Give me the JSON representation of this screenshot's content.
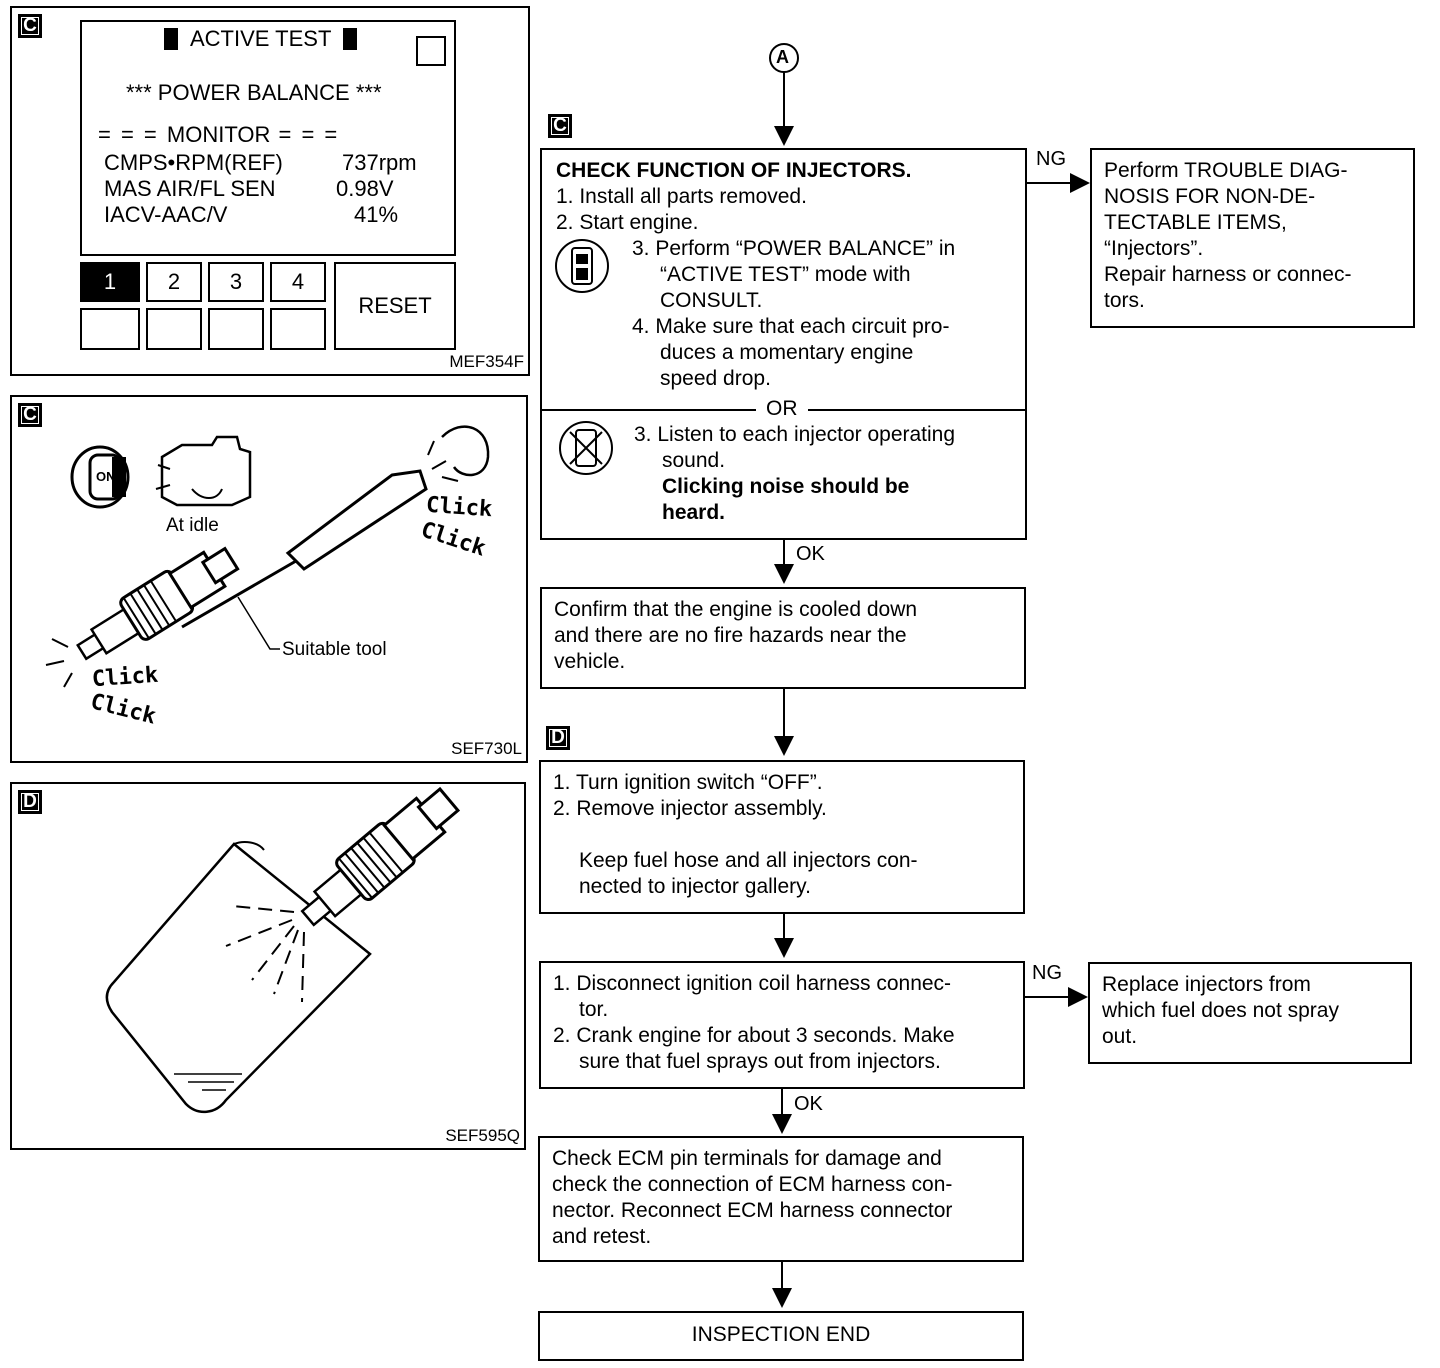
{
  "fig1": {
    "tag": "C",
    "screen_title": "ACTIVE TEST",
    "subtitle": "*** POWER BALANCE ***",
    "monitor": "MONITOR",
    "rows": [
      {
        "label": "CMPS•RPM(REF)",
        "value": "737rpm"
      },
      {
        "label": "MAS AIR/FL SEN",
        "value": "0.98V"
      },
      {
        "label": "IACV-AAC/V",
        "value": "41%"
      }
    ],
    "buttons": [
      "1",
      "2",
      "3",
      "4"
    ],
    "reset": "RESET",
    "code": "MEF354F"
  },
  "fig2": {
    "tag": "C",
    "key_label": "ON",
    "idle_label": "At idle",
    "tool_label": "Suitable tool",
    "click1": "Click",
    "click2": "Click",
    "click3": "Click",
    "click4": "Click",
    "code": "SEF730L"
  },
  "fig3": {
    "tag": "D",
    "code": "SEF595Q"
  },
  "flow": {
    "connector": "A",
    "tag_c": "C",
    "tag_d": "D",
    "check_title": "CHECK FUNCTION OF INJECTORS.",
    "check_step1": "1. Install all parts removed.",
    "check_step2": "2. Start engine.",
    "check_step3a_l1": "3. Perform “POWER BALANCE” in",
    "check_step3a_l2": "“ACTIVE TEST” mode with",
    "check_step3a_l3": "CONSULT.",
    "check_step4_l1": "4. Make sure that each circuit pro-",
    "check_step4_l2": "duces a momentary engine",
    "check_step4_l3": "speed drop.",
    "or": "OR",
    "check_step3b_l1": "3. Listen to each injector operating",
    "check_step3b_l2": "sound.",
    "check_step3b_bold_l1": "Clicking noise should be",
    "check_step3b_bold_l2": "heard.",
    "ng1": "NG",
    "ng1_box": [
      "Perform TROUBLE DIAG-",
      "NOSIS FOR NON-DE-",
      "TECTABLE ITEMS,",
      "“Injectors”.",
      "Repair harness or connec-",
      "tors."
    ],
    "ok1": "OK",
    "confirm_box": [
      "Confirm that the engine is cooled down",
      "and there are no fire hazards near the",
      "vehicle."
    ],
    "remove_box": [
      "1. Turn ignition switch “OFF”.",
      "2. Remove injector assembly.",
      "",
      "Keep fuel hose and all injectors con-",
      "nected to injector gallery."
    ],
    "crank_box": [
      "1. Disconnect ignition coil harness connec-",
      "tor.",
      "2. Crank engine for about 3 seconds. Make",
      "sure that fuel sprays out from injectors."
    ],
    "ng2": "NG",
    "ng2_box": [
      "Replace injectors from",
      "which fuel does not spray",
      "out."
    ],
    "ok2": "OK",
    "ecm_box": [
      "Check ECM pin terminals for damage and",
      "check the connection of ECM harness con-",
      "nector. Reconnect ECM harness connector",
      "and retest."
    ],
    "end_box": "INSPECTION END"
  }
}
